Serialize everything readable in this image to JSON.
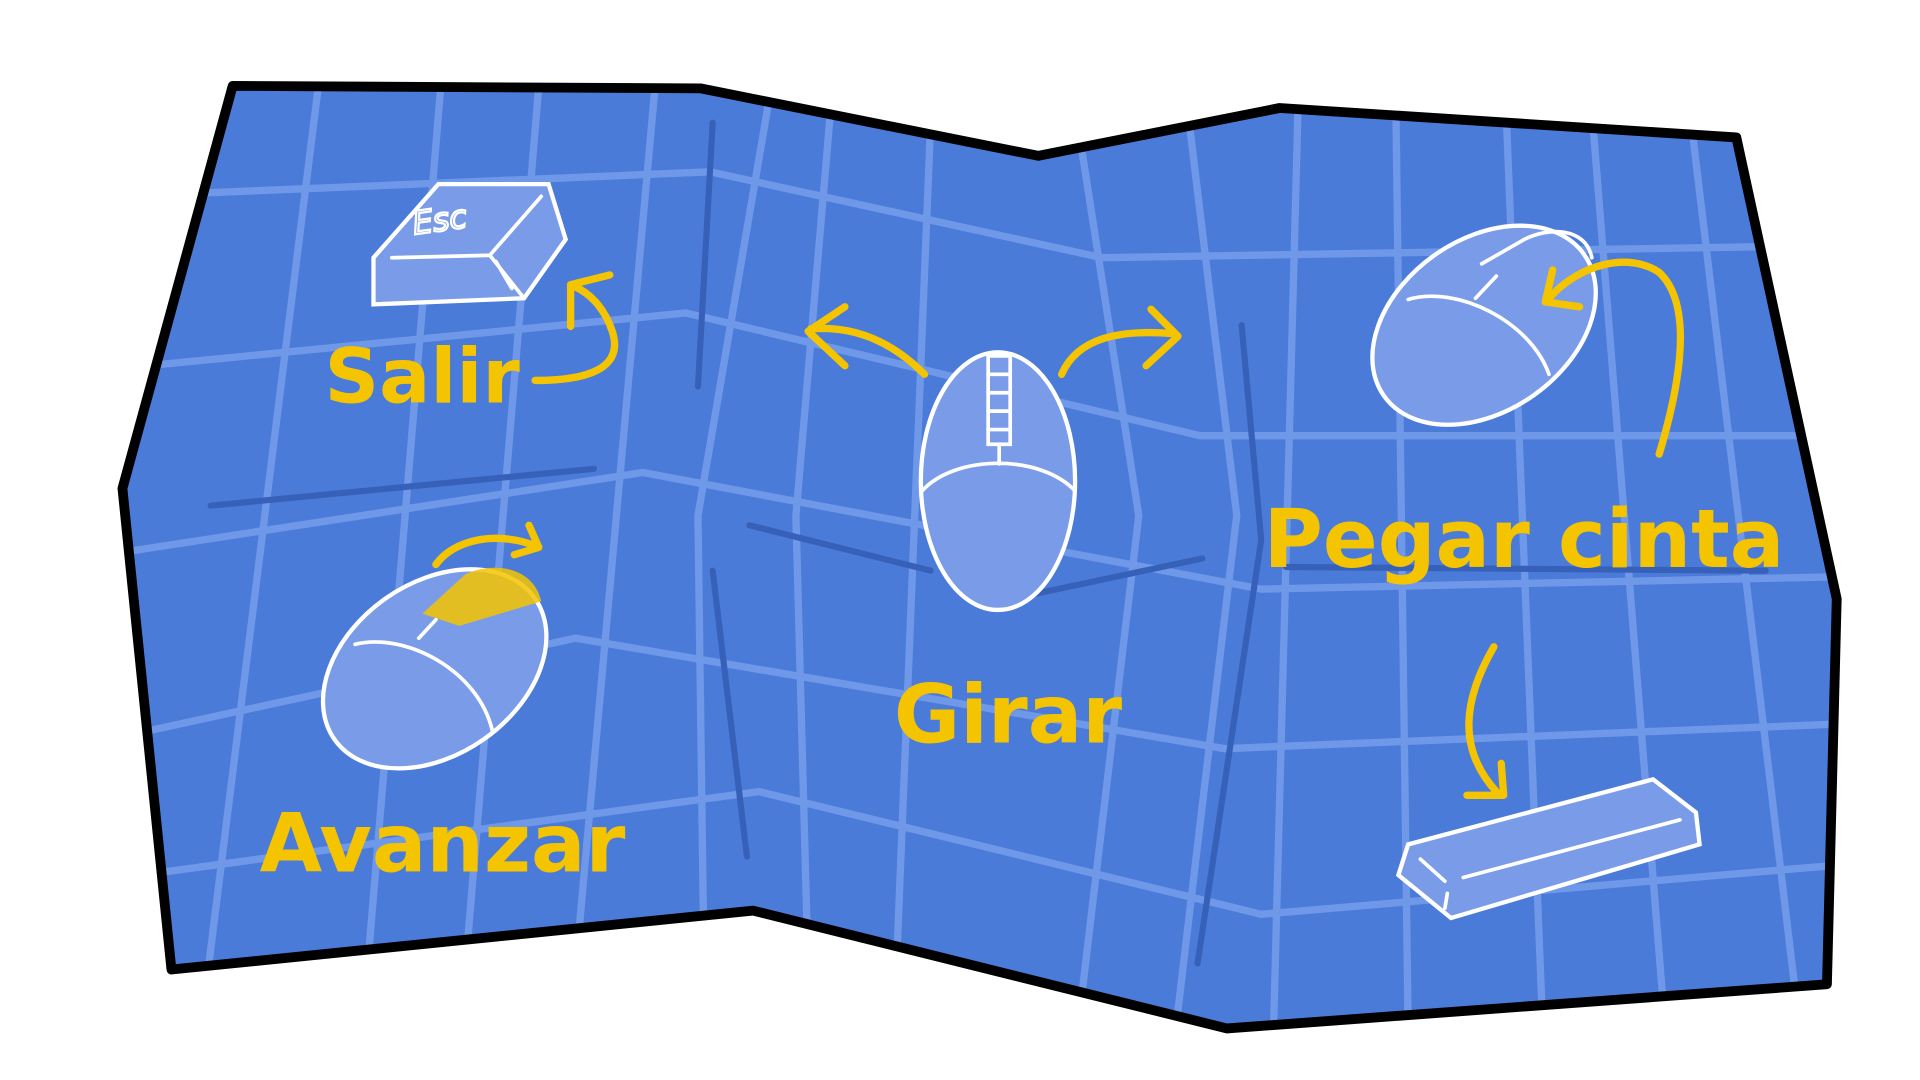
{
  "map": {
    "fill_color": "#4a7bd9",
    "accent_color": "#f5c400"
  },
  "controls": [
    {
      "label": "Salir",
      "key": "Esc",
      "icon": "esc-key-icon"
    },
    {
      "label": "Avanzar",
      "icon": "mouse-left-click-icon"
    },
    {
      "label": "Girar",
      "icon": "mouse-move-icon"
    },
    {
      "label": "Pegar cinta",
      "icon": "mouse-right-click-icon"
    },
    {
      "icon": "spacebar-key-icon"
    }
  ]
}
